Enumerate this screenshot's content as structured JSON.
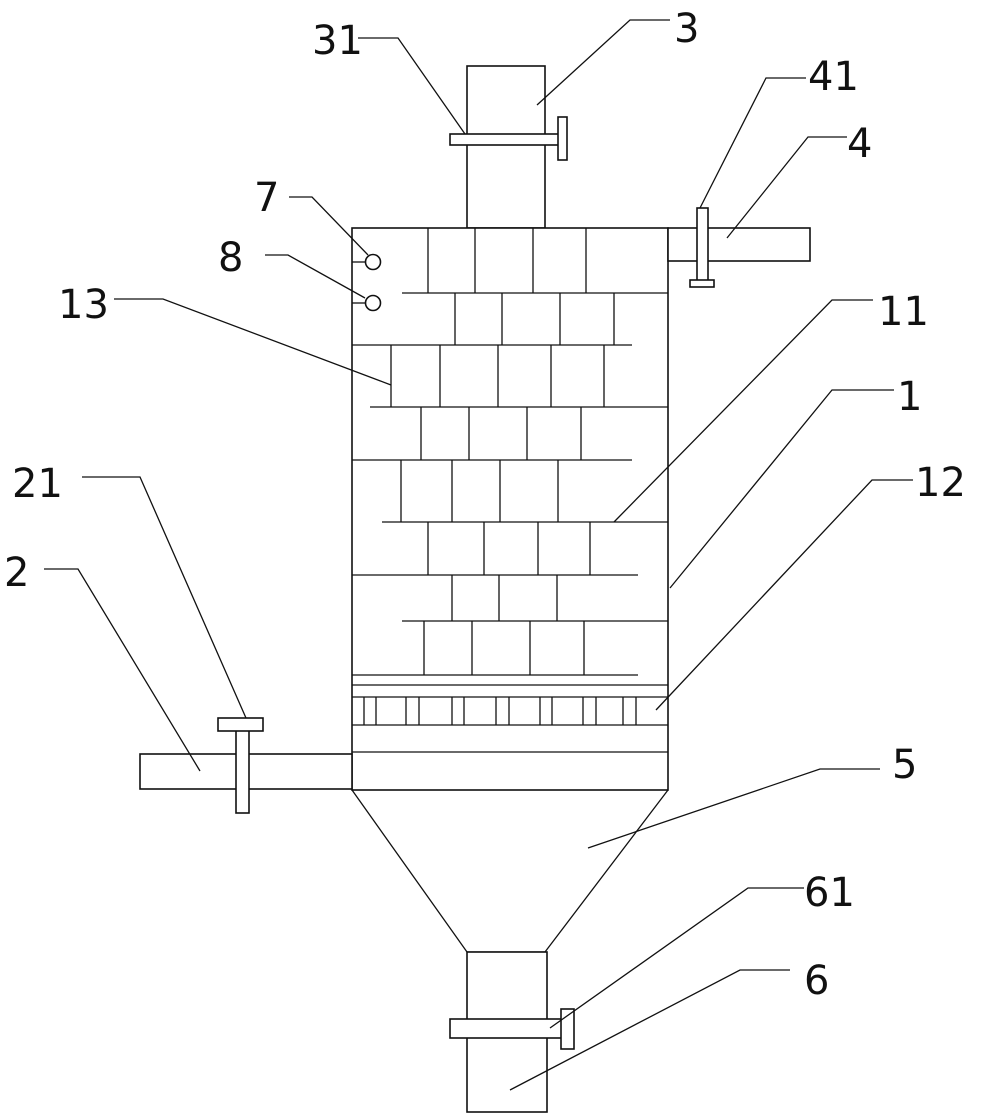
{
  "labels": {
    "l1": "1",
    "l2": "2",
    "l3": "3",
    "l4": "4",
    "l5": "5",
    "l6": "6",
    "l7": "7",
    "l8": "8",
    "l11": "11",
    "l12": "12",
    "l13": "13",
    "l21": "21",
    "l31": "31",
    "l41": "41",
    "l61": "61"
  }
}
